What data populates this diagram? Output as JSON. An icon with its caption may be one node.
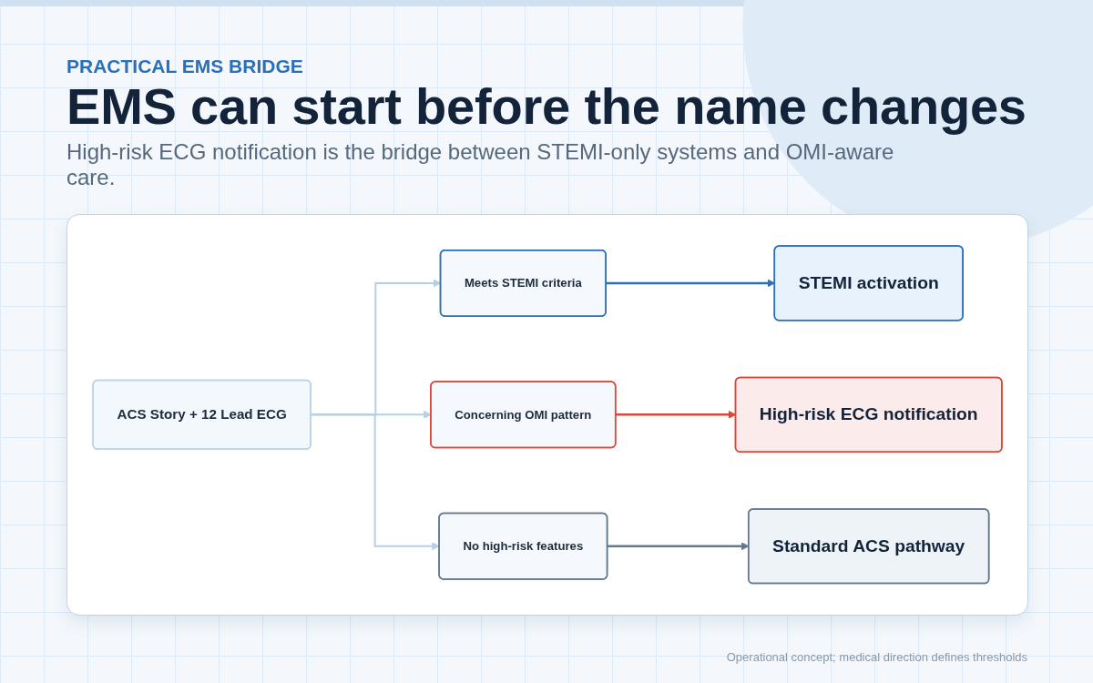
{
  "diagram": {
    "title": "EMS can start before the name changes",
    "nodes": [
      {
        "text": [
          "ACS Story + 12 Lead ECG"
        ]
      },
      {
        "text": [
          "Meets STEMI criteria"
        ]
      },
      {
        "text": [
          "Concerning OMI pattern"
        ]
      },
      {
        "text": [
          "No high-risk features"
        ]
      },
      {
        "text": [
          "STEMI activation"
        ]
      },
      {
        "text": [
          "High-risk ECG notification"
        ]
      },
      {
        "text": [
          "Standard ACS pathway"
        ]
      }
    ],
    "edges": [
      {
        "from": 0,
        "to": 1,
        "arrow": "to"
      },
      {
        "from": 0,
        "to": 2,
        "arrow": "to"
      },
      {
        "from": 0,
        "to": 3,
        "arrow": "to"
      },
      {
        "from": 1,
        "to": 4,
        "arrow": "to",
        "color": "#2a70b8"
      },
      {
        "from": 2,
        "to": 5,
        "arrow": "to",
        "color": "#d9483b"
      },
      {
        "from": 3,
        "to": 6,
        "arrow": "to",
        "color": "#64788c"
      }
    ],
    "labels": [
      "PRACTICAL EMS BRIDGE",
      "High-risk ECG notification is the bridge between STEMI-only systems and OMI-aware care.",
      "Operational concept; medical direction defines thresholds"
    ]
  }
}
